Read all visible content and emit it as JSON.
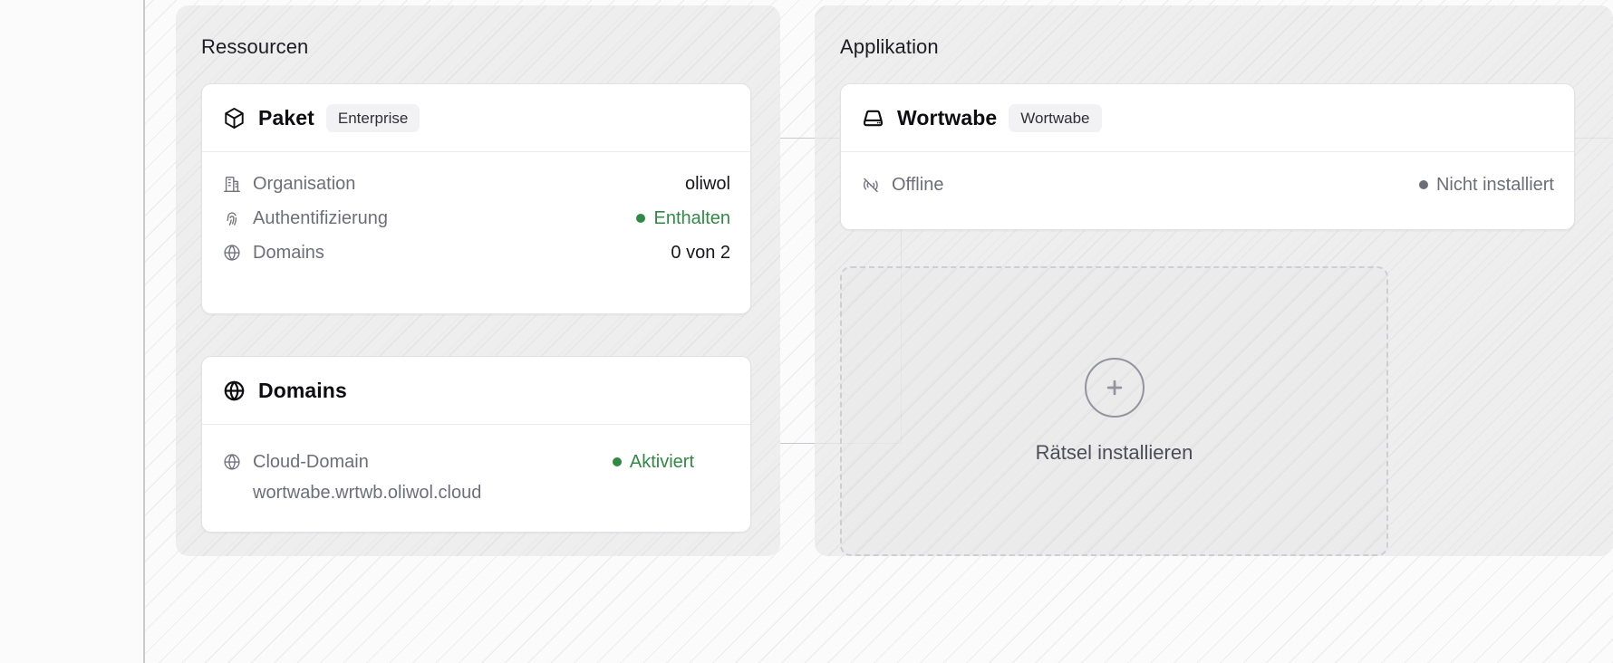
{
  "groups": {
    "resources": {
      "title": "Ressourcen"
    },
    "application": {
      "title": "Applikation"
    }
  },
  "colors": {
    "accent_green": "#2f8a43",
    "neutral_dot": "#6e6e7b",
    "panel_bg": "#e9e9ea",
    "card_bg": "#ffffff",
    "border": "#e2e2e6"
  },
  "cards": {
    "paket": {
      "title": "Paket",
      "badge": "Enterprise",
      "icon": "package-icon",
      "rows": [
        {
          "icon": "building-icon",
          "label": "Organisation",
          "value": "oliwol",
          "status": "none"
        },
        {
          "icon": "fingerprint-icon",
          "label": "Authentifizierung",
          "value": "Enthalten",
          "status": "green"
        },
        {
          "icon": "globe-icon",
          "label": "Domains",
          "value": "0 von 2",
          "status": "none"
        }
      ]
    },
    "domains": {
      "title": "Domains",
      "icon": "globe-icon",
      "rows": [
        {
          "icon": "globe-icon",
          "label": "Cloud-Domain",
          "value": "Aktiviert",
          "status": "green",
          "subvalue": "wortwabe.wrtwb.oliwol.cloud"
        }
      ]
    },
    "wortwabe": {
      "title": "Wortwabe",
      "badge": "Wortwabe",
      "icon": "drive-icon",
      "rows": [
        {
          "icon": "signal-off-icon",
          "label": "Offline",
          "value": "Nicht installiert",
          "status": "grey"
        }
      ]
    }
  },
  "placeholder": {
    "label": "Rätsel installieren",
    "icon": "plus-circle-icon"
  }
}
